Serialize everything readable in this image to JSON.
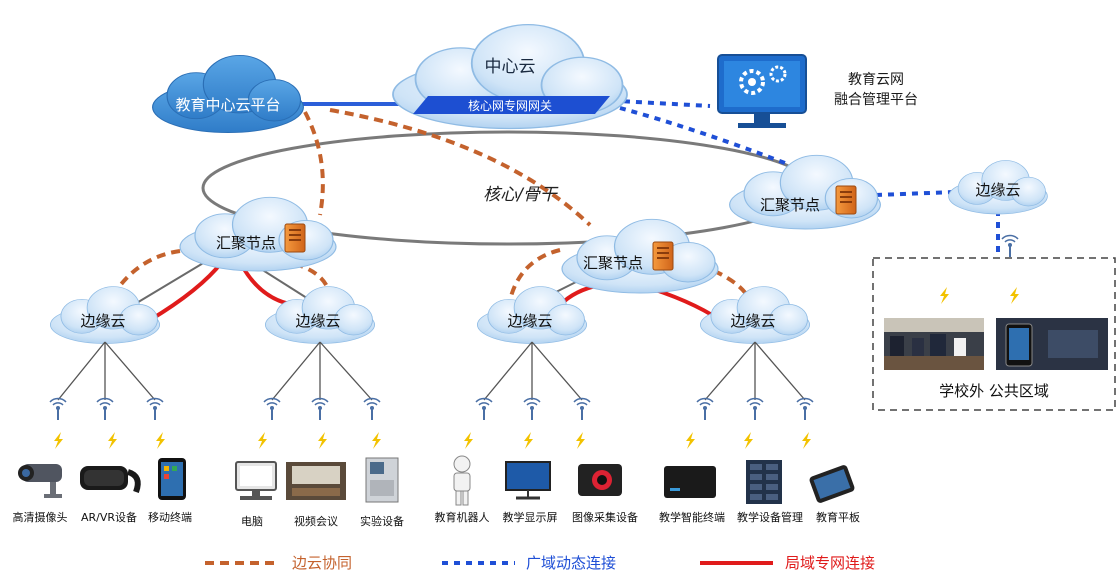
{
  "clouds": {
    "center": "中心云",
    "gateway": "核心网专网网关",
    "edu_platform": "教育中心云平台",
    "mgmt_platform_line1": "教育云网",
    "mgmt_platform_line2": "融合管理平台",
    "backbone": "核心/骨干",
    "agg_left": "汇聚节点",
    "agg_mid": "汇聚节点",
    "agg_right": "汇聚节点",
    "edge1": "边缘云",
    "edge2": "边缘云",
    "edge3": "边缘云",
    "edge4": "边缘云",
    "edge_right": "边缘云"
  },
  "outside_area": {
    "label": "学校外 公共区域"
  },
  "devices": [
    {
      "label": "高清摄像头",
      "icon": "camera-icon"
    },
    {
      "label": "AR/VR设备",
      "icon": "vr-headset-icon"
    },
    {
      "label": "移动终端",
      "icon": "smartphone-icon"
    },
    {
      "label": "电脑",
      "icon": "computer-icon"
    },
    {
      "label": "视频会议",
      "icon": "video-conference-icon"
    },
    {
      "label": "实验设备",
      "icon": "lab-equipment-icon"
    },
    {
      "label": "教育机器人",
      "icon": "robot-icon"
    },
    {
      "label": "教学显示屏",
      "icon": "display-screen-icon"
    },
    {
      "label": "图像采集设备",
      "icon": "image-capture-icon"
    },
    {
      "label": "教学智能终端",
      "icon": "smart-terminal-icon"
    },
    {
      "label": "教学设备管理",
      "icon": "device-cabinet-icon"
    },
    {
      "label": "教育平板",
      "icon": "tablet-icon"
    }
  ],
  "legend": [
    {
      "label": "边云协同",
      "color": "#c4622d",
      "style": "dashed"
    },
    {
      "label": "广域动态连接",
      "color": "#1f4fd6",
      "style": "dotted"
    },
    {
      "label": "局域专网连接",
      "color": "#e01b1b",
      "style": "solid"
    }
  ],
  "colors": {
    "cloud_dark": "#3d8fd6",
    "cloud_light": "#dcecfa",
    "server": "#e87a24"
  }
}
